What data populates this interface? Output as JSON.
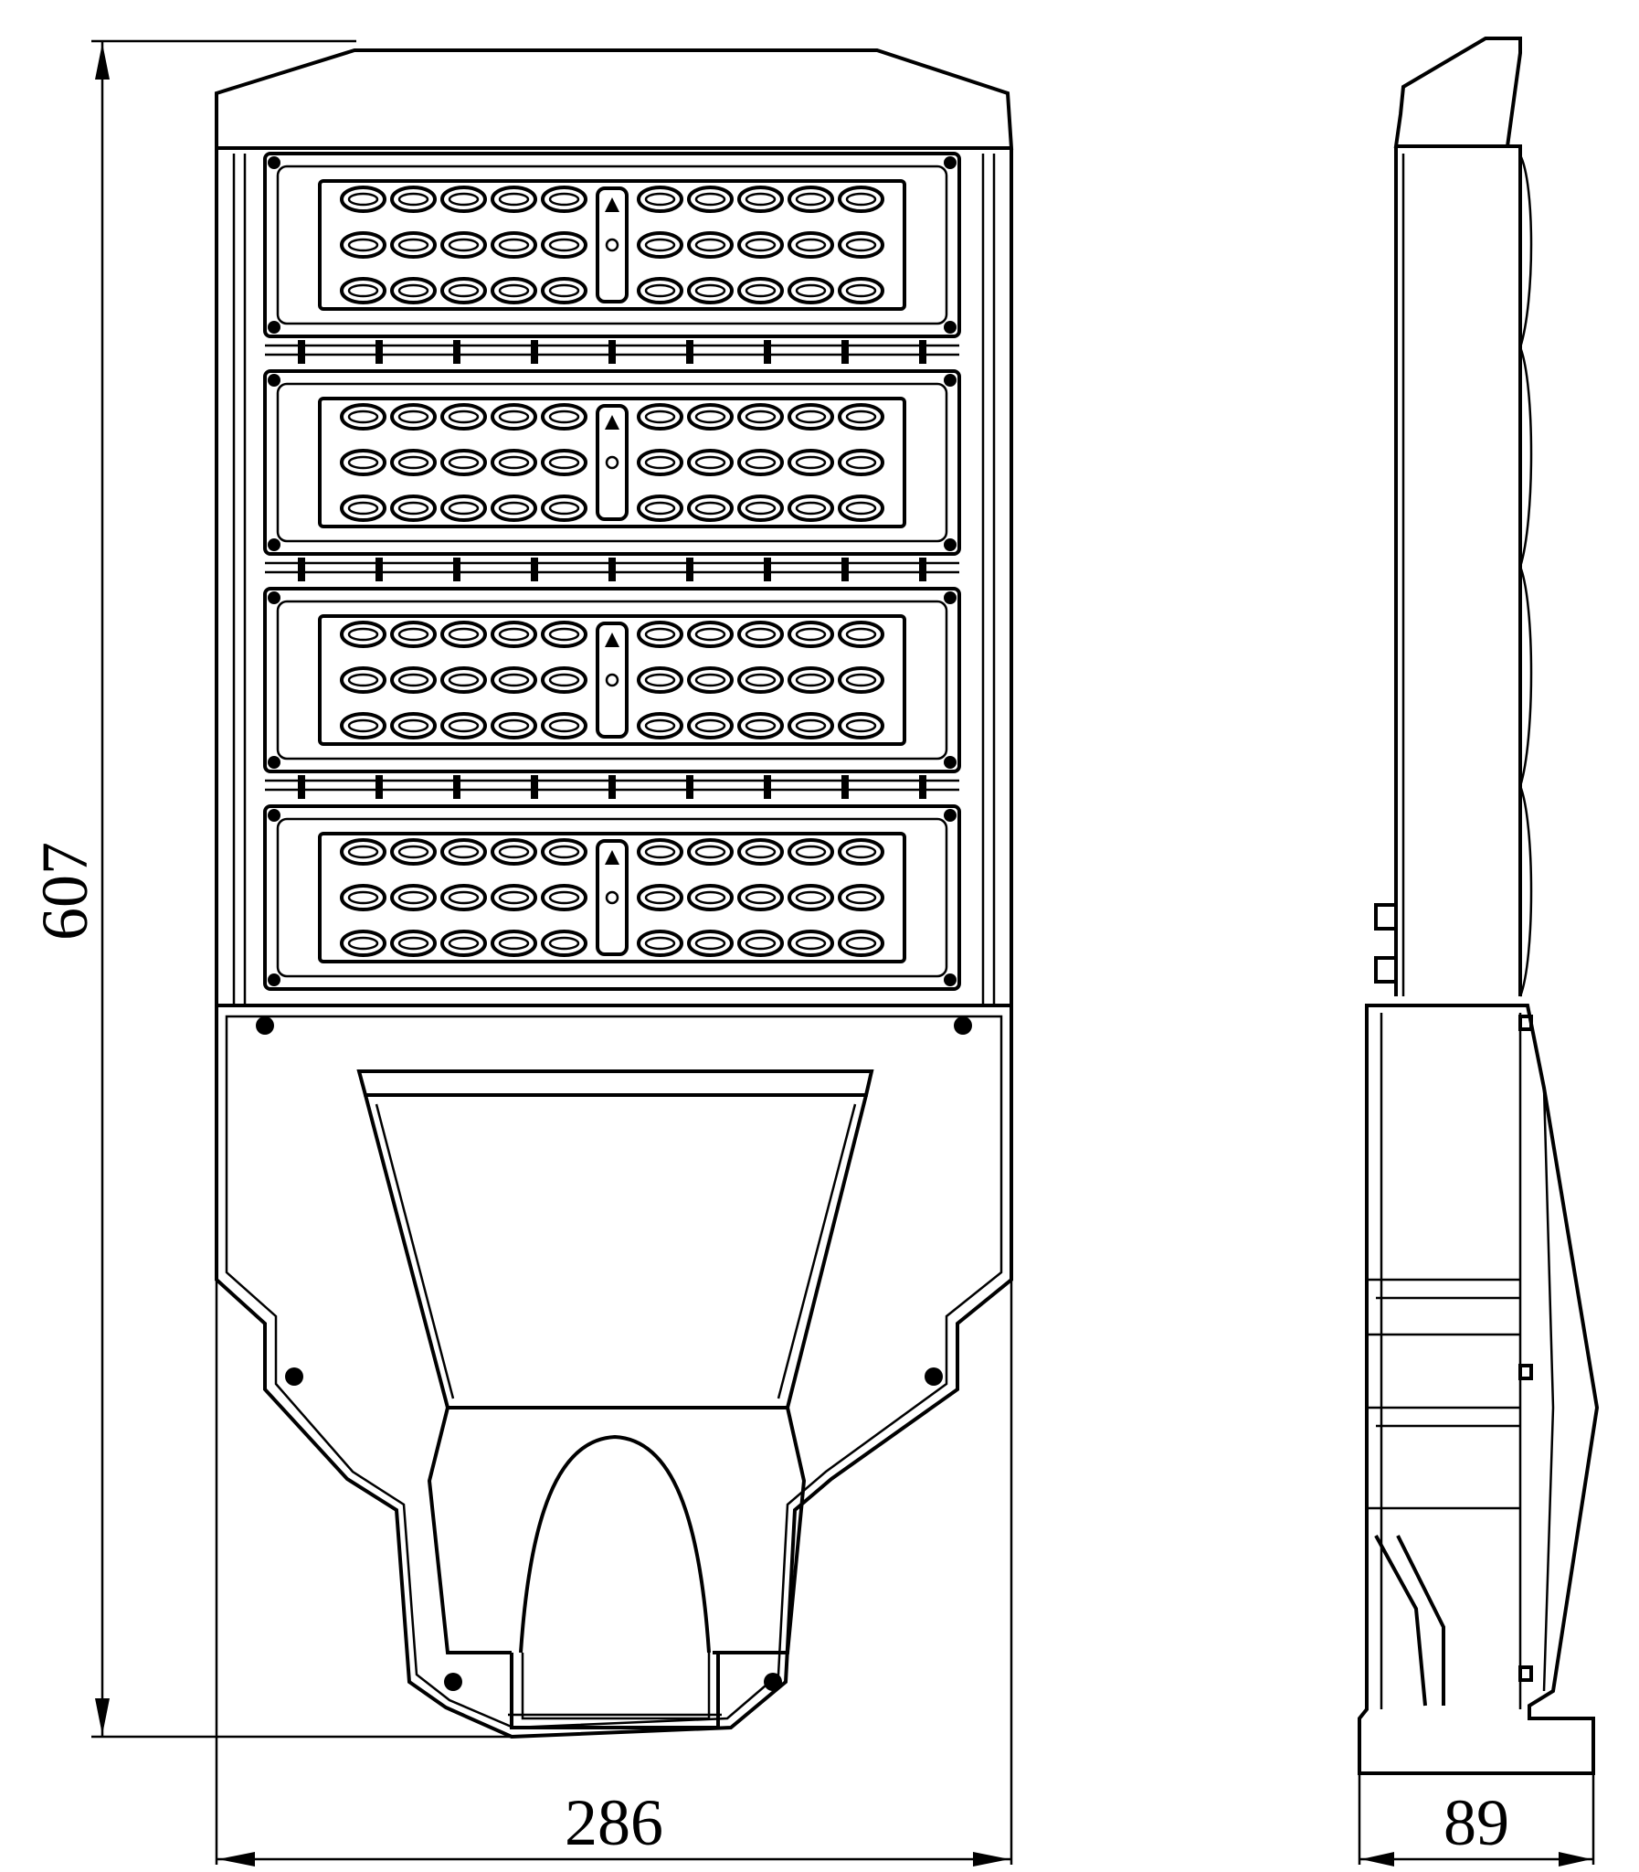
{
  "drawing": {
    "dimensions": {
      "height": "607",
      "width": "286",
      "depth": "89"
    },
    "led_modules": {
      "count": 4,
      "lens_rows_per_module": 3,
      "lens_columns_per_module": 10
    }
  }
}
